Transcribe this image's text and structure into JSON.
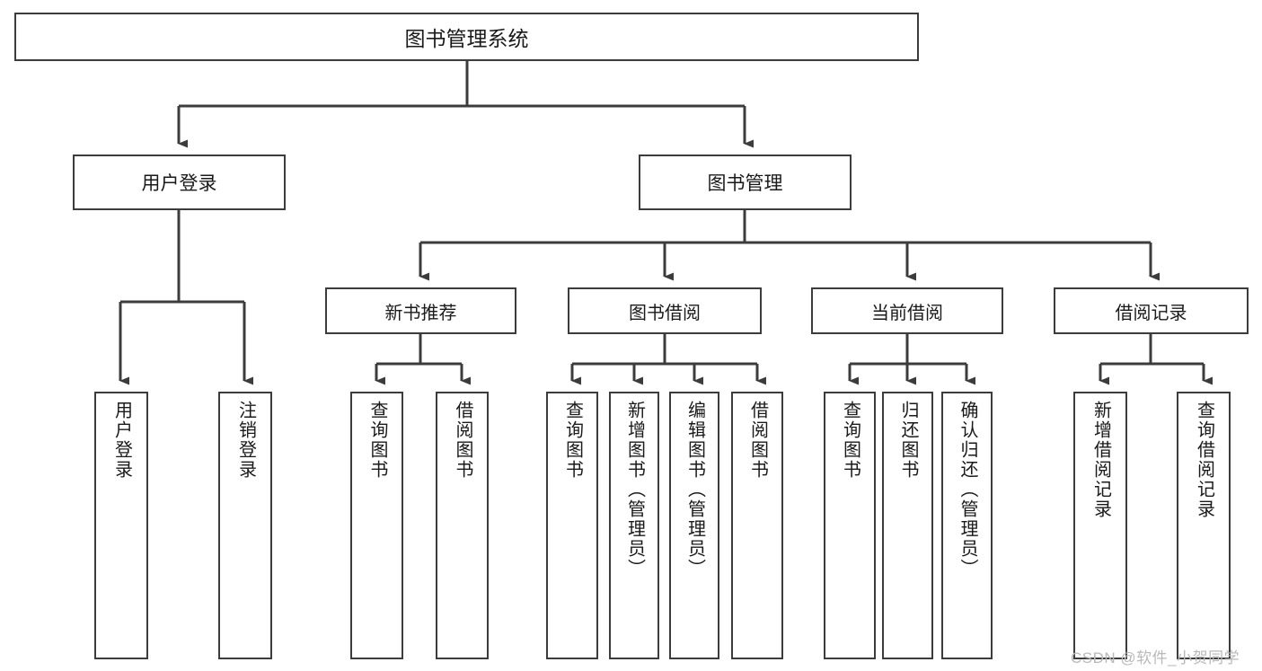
{
  "diagram": {
    "title": "图书管理系统",
    "type": "tree-hierarchy",
    "root": {
      "id": "root",
      "label": "图书管理系统"
    },
    "level2": [
      {
        "id": "user-login",
        "label": "用户登录"
      },
      {
        "id": "book-management",
        "label": "图书管理"
      }
    ],
    "level3": [
      {
        "id": "new-book-recommend",
        "label": "新书推荐"
      },
      {
        "id": "book-borrow",
        "label": "图书借阅"
      },
      {
        "id": "current-borrow",
        "label": "当前借阅"
      },
      {
        "id": "borrow-record",
        "label": "借阅记录"
      }
    ],
    "leaves": {
      "user_login": [
        {
          "id": "leaf-user-login",
          "label": "用户登录"
        },
        {
          "id": "leaf-logout-login",
          "label": "注销登录"
        }
      ],
      "new_book_recommend": [
        {
          "id": "leaf-query-book-1",
          "label": "查询图书"
        },
        {
          "id": "leaf-borrow-book-1",
          "label": "借阅图书"
        }
      ],
      "book_borrow": [
        {
          "id": "leaf-query-book-2",
          "label": "查询图书"
        },
        {
          "id": "leaf-add-book",
          "label": "新增图书（管理员）"
        },
        {
          "id": "leaf-edit-book",
          "label": "编辑图书（管理员）"
        },
        {
          "id": "leaf-borrow-book-2",
          "label": "借阅图书"
        }
      ],
      "current_borrow": [
        {
          "id": "leaf-query-book-3",
          "label": "查询图书"
        },
        {
          "id": "leaf-return-book",
          "label": "归还图书"
        },
        {
          "id": "leaf-confirm-return",
          "label": "确认归还（管理员）"
        }
      ],
      "borrow_record": [
        {
          "id": "leaf-add-record",
          "label": "新增借阅记录"
        },
        {
          "id": "leaf-query-record",
          "label": "查询借阅记录"
        }
      ]
    }
  },
  "watermark": {
    "text": "CSDN @软件_小贺同学"
  },
  "colors": {
    "border": "#3c3c3c",
    "background": "#ffffff",
    "text": "#1a1a1a",
    "watermark": "#b9b9b9"
  }
}
